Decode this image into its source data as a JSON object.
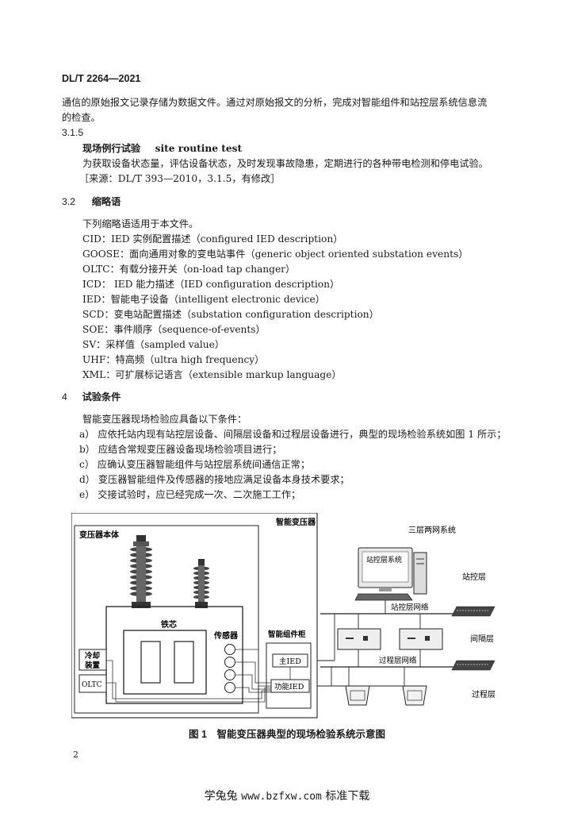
{
  "header": {
    "std_number": "DL/T 2264—2021"
  },
  "intro": {
    "line1": "通信的原始报文记录存储为数据文件。通过对原始报文的分析，完成对智能组件和站控层系统信息流",
    "line2": "的检查。"
  },
  "section_315": {
    "number": "3.1.5",
    "term_cn": "现场例行试验",
    "term_en": "site routine test",
    "definition": "为获取设备状态量，评估设备状态，及时发现事故隐患，定期进行的各种带电检测和停电试验。",
    "source": "［来源：DL/T 393—2010，3.1.5，有修改］"
  },
  "section_32": {
    "number": "3.2",
    "title": "缩略语",
    "intro": "下列缩略语适用于本文件。",
    "items": [
      "CID：IED 实例配置描述（configured IED description）",
      "GOOSE：面向通用对象的变电站事件（generic object oriented substation events）",
      "OLTC：有载分接开关（on-load tap changer）",
      "ICD：  IED 能力描述（IED configuration description）",
      "IED：智能电子设备（intelligent electronic device）",
      "SCD：变电站配置描述（substation configuration description）",
      "SOE：事件顺序（sequence-of-events）",
      "SV：采样值（sampled value）",
      "UHF：特高频（ultra high frequency）",
      "XML：可扩展标记语言（extensible markup language）"
    ]
  },
  "section_4": {
    "number": "4",
    "title": "试验条件",
    "intro": "智能变压器现场检验应具备以下条件：",
    "items": [
      "a）  应依托站内现有站控层设备、间隔层设备和过程层设备进行，典型的现场检验系统如图 1 所示；",
      "b）  应结合常规变压器设备现场检验项目进行；",
      "c）  应确认变压器智能组件与站控层系统间通信正常；",
      "d）  变压器智能组件及传感器的接地应满足设备本身技术要求；",
      "e）  交接试验时，应已经完成一次、二次施工工作；"
    ]
  },
  "figure": {
    "outer_title": "智能变压器",
    "body_title": "变压器本体",
    "core": "铁芯",
    "sensor": "传感器",
    "cooling_1": "冷却",
    "cooling_2": "装置",
    "oltc": "OLTC",
    "cabinet": "智能组件柜",
    "main_ied": "主IED",
    "func_ied": "功能IED",
    "network_title": "三层两网系统",
    "station_system": "站控层系统",
    "station_layer": "站控层",
    "station_network": "站控层网络",
    "bay_layer": "间隔层",
    "process_network": "过程层网络",
    "process_layer": "过程层",
    "caption": "图 1　智能变压器典型的现场检验系统示意图"
  },
  "page_number": "2",
  "watermark": {
    "prefix": "学兔兔",
    "url": "www.bzfxw.com",
    "suffix": "标准下载"
  }
}
